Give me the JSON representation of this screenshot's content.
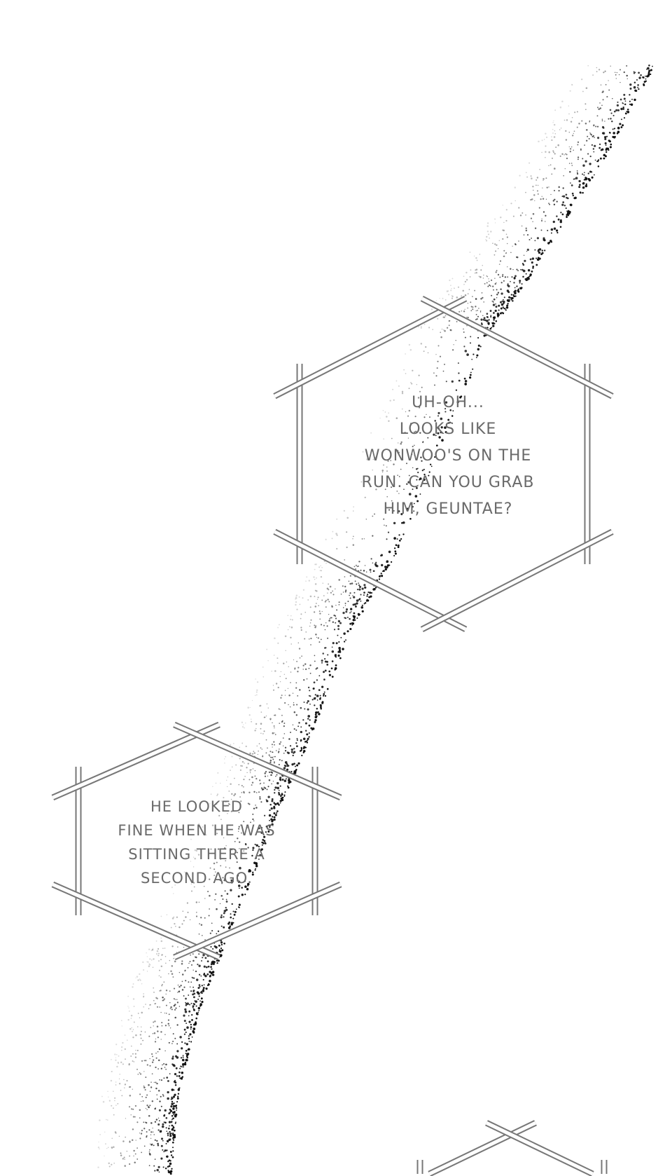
{
  "captions": [
    {
      "lines": [
        "UH-OH...",
        "LOOKS LIKE",
        "WONWOO'S ON THE",
        "RUN. CAN YOU GRAB",
        "HIM, GEUNTAE?"
      ]
    },
    {
      "lines": [
        "HE LOOKED",
        "FINE WHEN HE WAS",
        "SITTING THERE A",
        "SECOND AGO."
      ]
    }
  ],
  "colors": {
    "frame": "#777777",
    "text": "#6a6a6a",
    "speckle": "#111111"
  }
}
